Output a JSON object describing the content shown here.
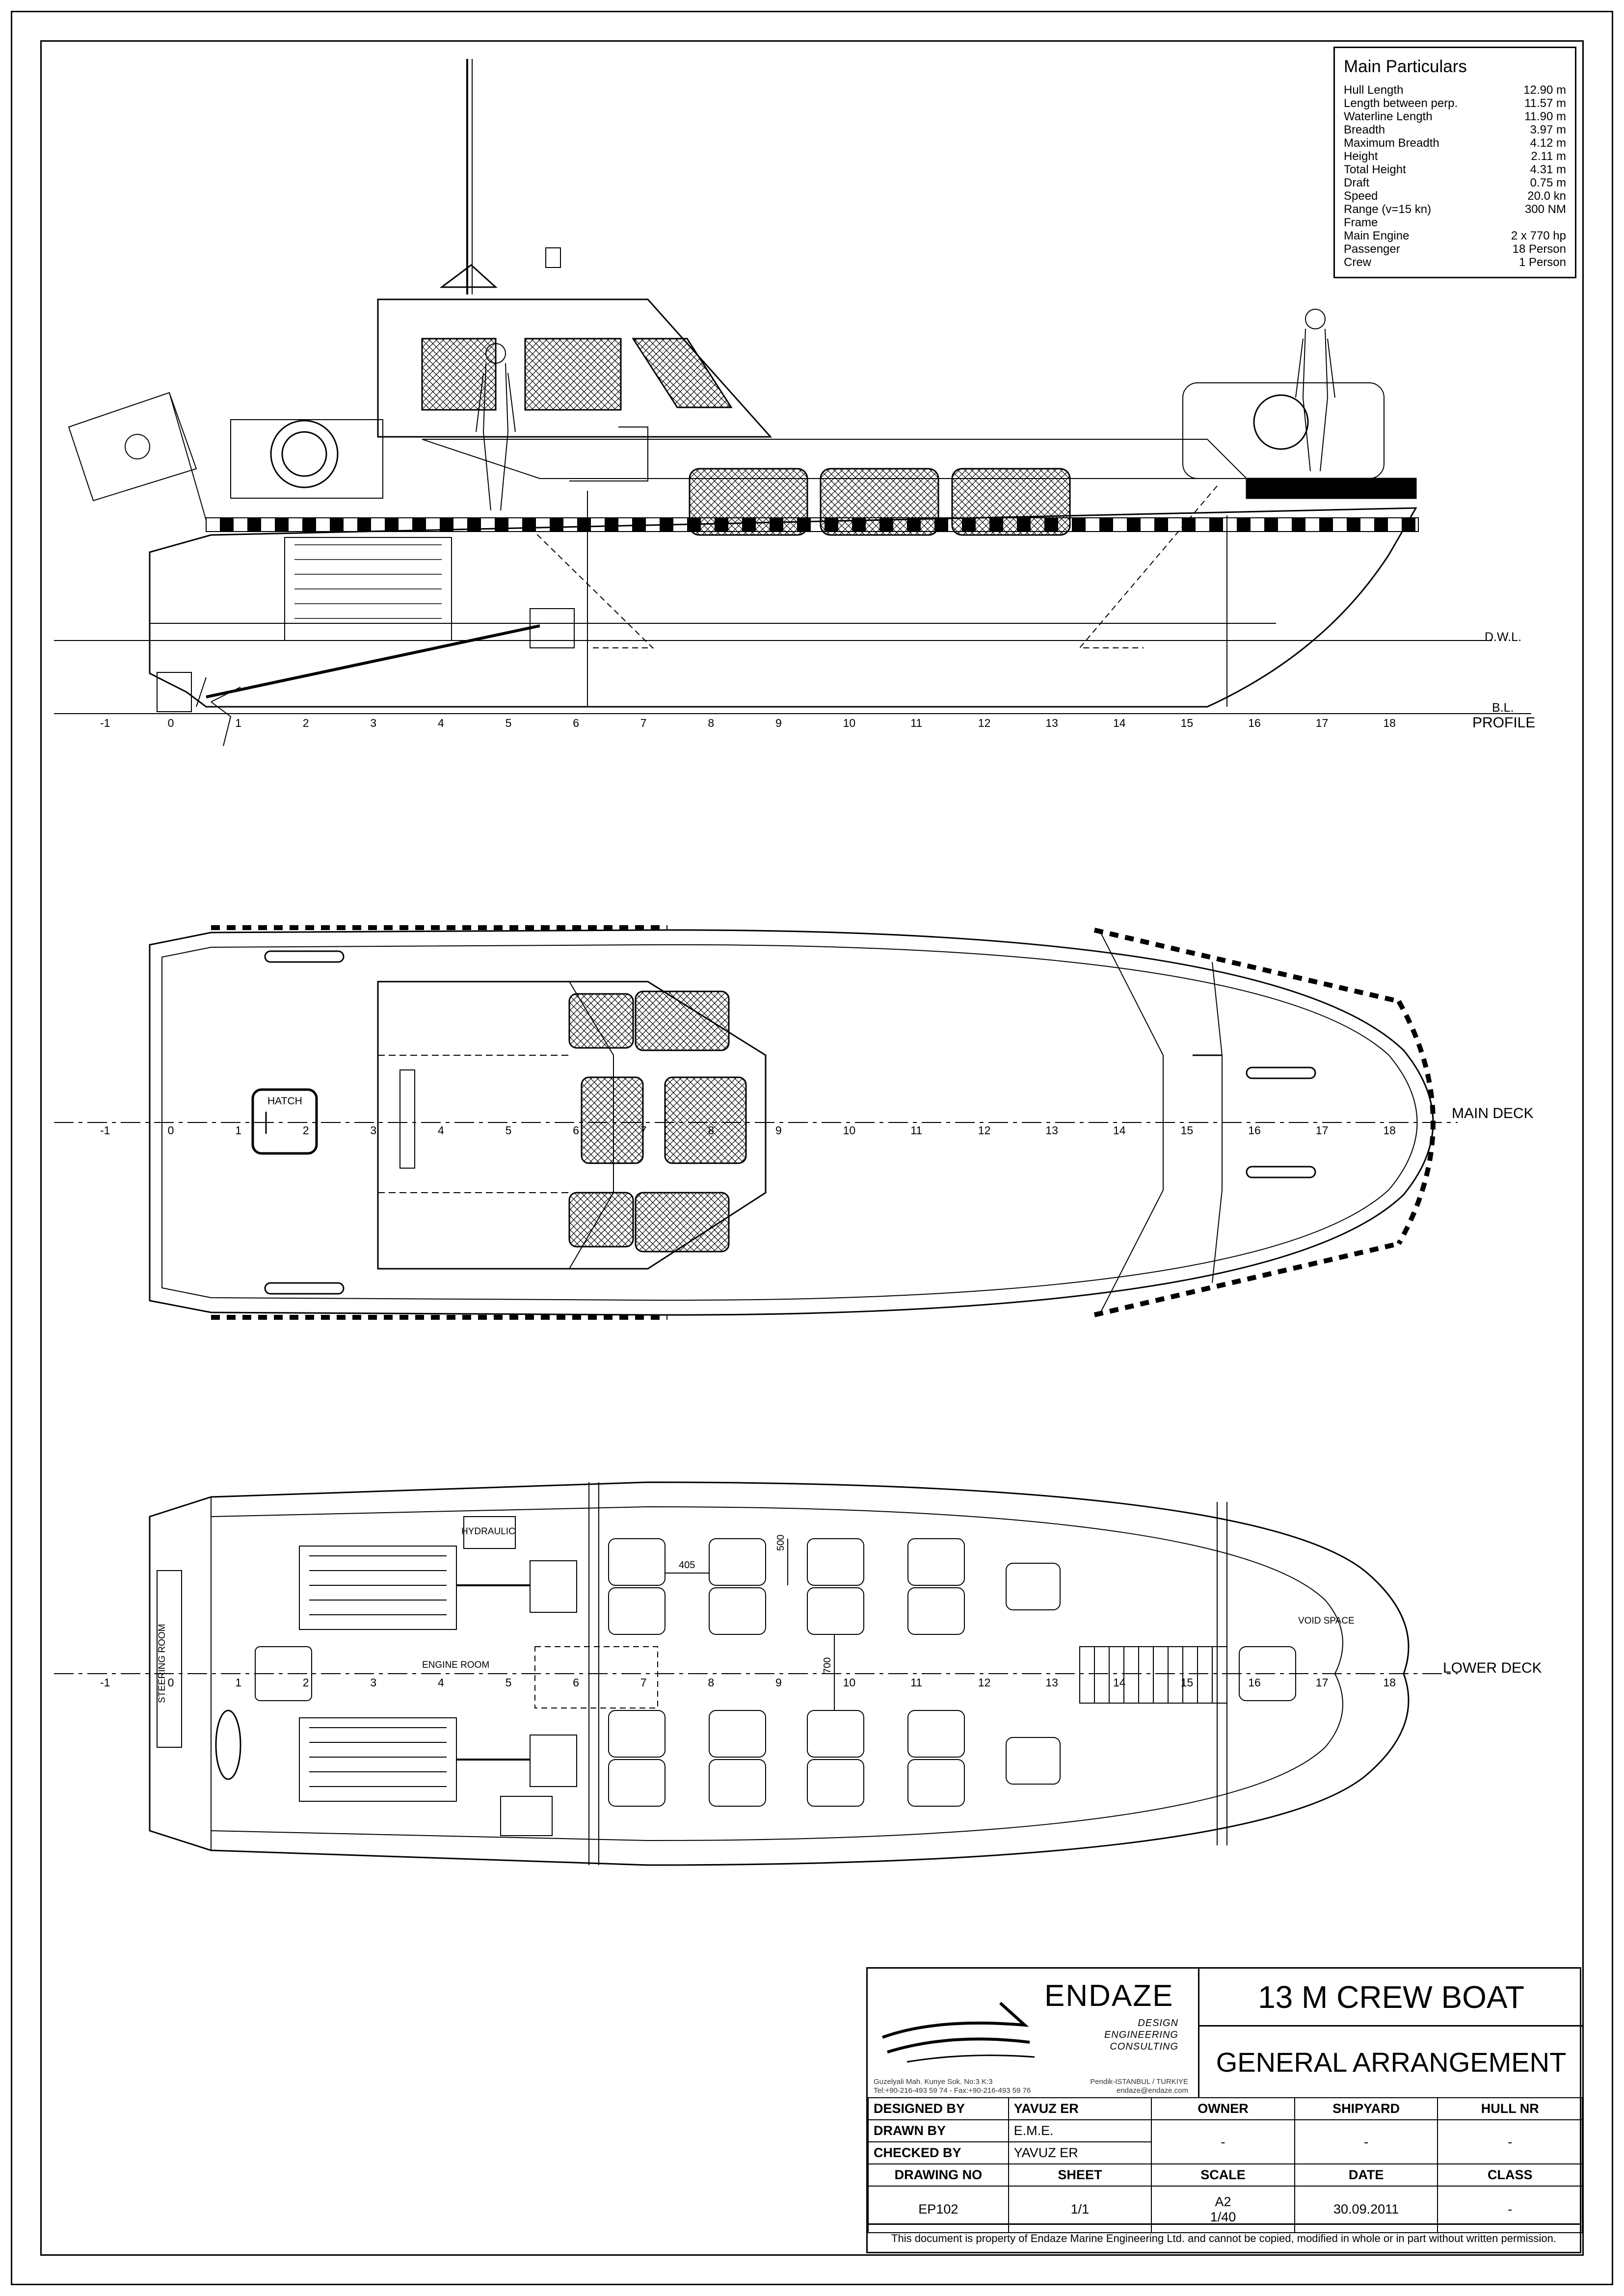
{
  "main_particulars": {
    "title": "Main Particulars",
    "rows": [
      {
        "label": "Hull Length",
        "value": "12.90 m"
      },
      {
        "label": "Length between perp.",
        "value": "11.57 m"
      },
      {
        "label": "Waterline Length",
        "value": "11.90 m"
      },
      {
        "label": "Breadth",
        "value": "3.97 m"
      },
      {
        "label": "Maximum Breadth",
        "value": "4.12 m"
      },
      {
        "label": "Height",
        "value": "2.11 m"
      },
      {
        "label": "Total Height",
        "value": "4.31 m"
      },
      {
        "label": "Draft",
        "value": "0.75 m"
      },
      {
        "label": "Speed",
        "value": "20.0 kn"
      },
      {
        "label": "Range (v=15 kn)",
        "value": "300 NM"
      },
      {
        "label": "Frame",
        "value": ""
      },
      {
        "label": "Main Engine",
        "value": "2 x 770 hp"
      },
      {
        "label": "Passenger",
        "value": "18 Person"
      },
      {
        "label": "Crew",
        "value": "1 Person"
      }
    ]
  },
  "profile": {
    "view_label": "PROFILE",
    "dwl_label": "D.W.L.",
    "bl_label": "B.L.",
    "frames": [
      "-1",
      "0",
      "1",
      "2",
      "3",
      "4",
      "5",
      "6",
      "7",
      "8",
      "9",
      "10",
      "11",
      "12",
      "13",
      "14",
      "15",
      "16",
      "17",
      "18"
    ]
  },
  "main_deck": {
    "view_label": "MAIN DECK",
    "hatch_label": "HATCH",
    "frames": [
      "-1",
      "0",
      "1",
      "2",
      "3",
      "4",
      "5",
      "6",
      "7",
      "8",
      "9",
      "10",
      "11",
      "12",
      "13",
      "14",
      "15",
      "16",
      "17",
      "18"
    ]
  },
  "lower_deck": {
    "view_label": "LOWER DECK",
    "hydraulic_label": "HYDRAULIC",
    "engine_room_label": "ENGINE ROOM",
    "steering_room_label": "STEERING ROOM",
    "void_space_label": "VOID SPACE",
    "dim_405": "405",
    "dim_500": "500",
    "dim_700": "700",
    "frames": [
      "-1",
      "0",
      "1",
      "2",
      "3",
      "4",
      "5",
      "6",
      "7",
      "8",
      "9",
      "10",
      "11",
      "12",
      "13",
      "14",
      "15",
      "16",
      "17",
      "18"
    ]
  },
  "title_block": {
    "company": "ENDAZE",
    "tagline": [
      "DESIGN",
      "ENGINEERING",
      "CONSULTING"
    ],
    "address_left": "Guzelyali Mah. Kunye Sok. No:3 K:3\nTel:+90-216-493 59 74 - Fax:+90-216-493 59 76",
    "address_right": "Pendik-ISTANBUL / TURKIYE\nendaze@endaze.com",
    "project_title": "13 M CREW BOAT",
    "drawing_title": "GENERAL ARRANGEMENT",
    "designed_by_label": "DESIGNED BY",
    "designed_by": "YAVUZ ER",
    "drawn_by_label": "DRAWN BY",
    "drawn_by": "E.M.E.",
    "checked_by_label": "CHECKED BY",
    "checked_by": "YAVUZ ER",
    "owner_label": "OWNER",
    "owner": "-",
    "shipyard_label": "SHIPYARD",
    "shipyard": "-",
    "hull_nr_label": "HULL NR",
    "hull_nr": "-",
    "drawing_no_label": "DRAWING NO",
    "drawing_no": "EP102",
    "sheet_label": "SHEET",
    "sheet": "1/1",
    "scale_label": "SCALE",
    "scale_paper": "A2",
    "scale_ratio": "1/40",
    "date_label": "DATE",
    "date": "30.09.2011",
    "class_label": "CLASS",
    "class": "-",
    "footer": "This document is property of  Endaze Marine Engineering Ltd. and cannot be copied, modified in whole or in part without written permission."
  }
}
